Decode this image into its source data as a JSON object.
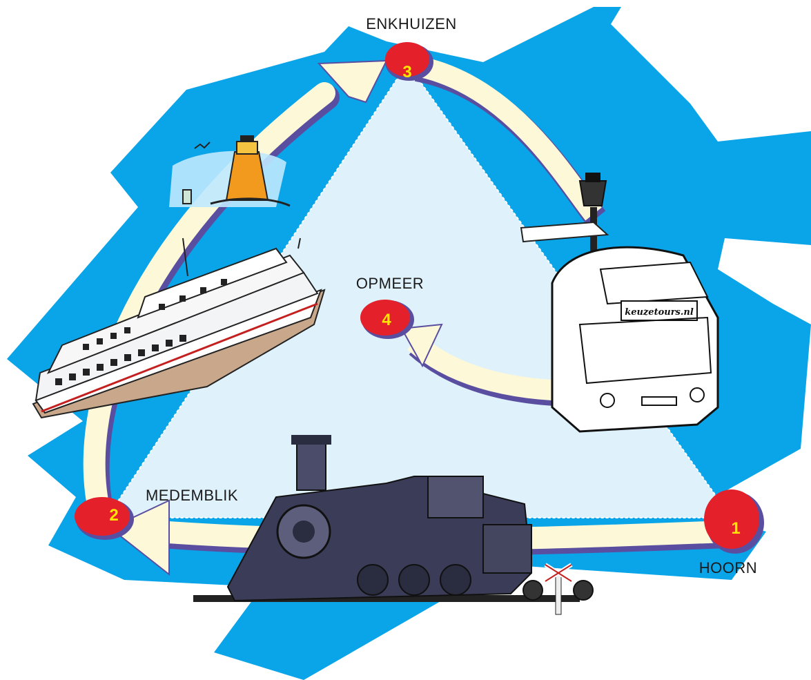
{
  "stops": [
    {
      "number": "1",
      "name": "HOORN"
    },
    {
      "number": "2",
      "name": "MEDEMBLIK"
    },
    {
      "number": "3",
      "name": "ENKHUIZEN"
    },
    {
      "number": "4",
      "name": "OPMEER"
    }
  ],
  "bus_sign": "keuzetours.nl",
  "colors": {
    "water": "#0aa4e8",
    "triangle": "#dff1fb",
    "arrow_fill": "#fdf8d8",
    "arrow_shadow": "#5a4ea0",
    "stop_marker": "#e4202a",
    "stop_number": "#ffe600"
  },
  "icons": [
    "steam-train-icon",
    "ferry-boat-icon",
    "lighthouse-icon",
    "bus-icon",
    "street-lamp-icon",
    "railroad-crossing-icon"
  ]
}
